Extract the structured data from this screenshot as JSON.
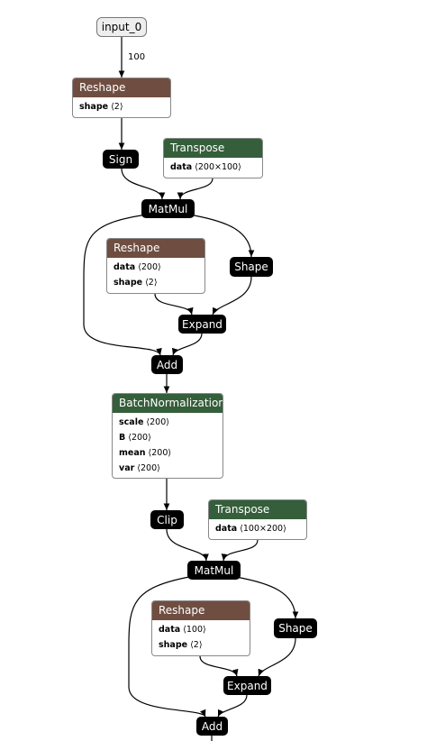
{
  "graph": {
    "input": {
      "label": "input_0"
    },
    "edge_label": "100",
    "reshape_1": {
      "title": "Reshape",
      "attrs": [
        {
          "name": "shape",
          "value": "⟨2⟩"
        }
      ]
    },
    "sign": {
      "label": "Sign"
    },
    "transpose_1": {
      "title": "Transpose",
      "attrs": [
        {
          "name": "data",
          "value": "⟨200×100⟩"
        }
      ]
    },
    "matmul_1": {
      "label": "MatMul"
    },
    "reshape_2": {
      "title": "Reshape",
      "attrs": [
        {
          "name": "data",
          "value": "⟨200⟩"
        },
        {
          "name": "shape",
          "value": "⟨2⟩"
        }
      ]
    },
    "shape_1": {
      "label": "Shape"
    },
    "expand_1": {
      "label": "Expand"
    },
    "add_1": {
      "label": "Add"
    },
    "batchnorm": {
      "title": "BatchNormalization",
      "attrs": [
        {
          "name": "scale",
          "value": "⟨200⟩"
        },
        {
          "name": "B",
          "value": "⟨200⟩"
        },
        {
          "name": "mean",
          "value": "⟨200⟩"
        },
        {
          "name": "var",
          "value": "⟨200⟩"
        }
      ]
    },
    "clip": {
      "label": "Clip"
    },
    "transpose_2": {
      "title": "Transpose",
      "attrs": [
        {
          "name": "data",
          "value": "⟨100×200⟩"
        }
      ]
    },
    "matmul_2": {
      "label": "MatMul"
    },
    "reshape_3": {
      "title": "Reshape",
      "attrs": [
        {
          "name": "data",
          "value": "⟨100⟩"
        },
        {
          "name": "shape",
          "value": "⟨2⟩"
        }
      ]
    },
    "shape_2": {
      "label": "Shape"
    },
    "expand_2": {
      "label": "Expand"
    },
    "add_2": {
      "label": "Add"
    },
    "colors": {
      "reshape_header": "#6f4e41",
      "transpose_header": "#355e3b",
      "op_background": "#000000"
    }
  }
}
